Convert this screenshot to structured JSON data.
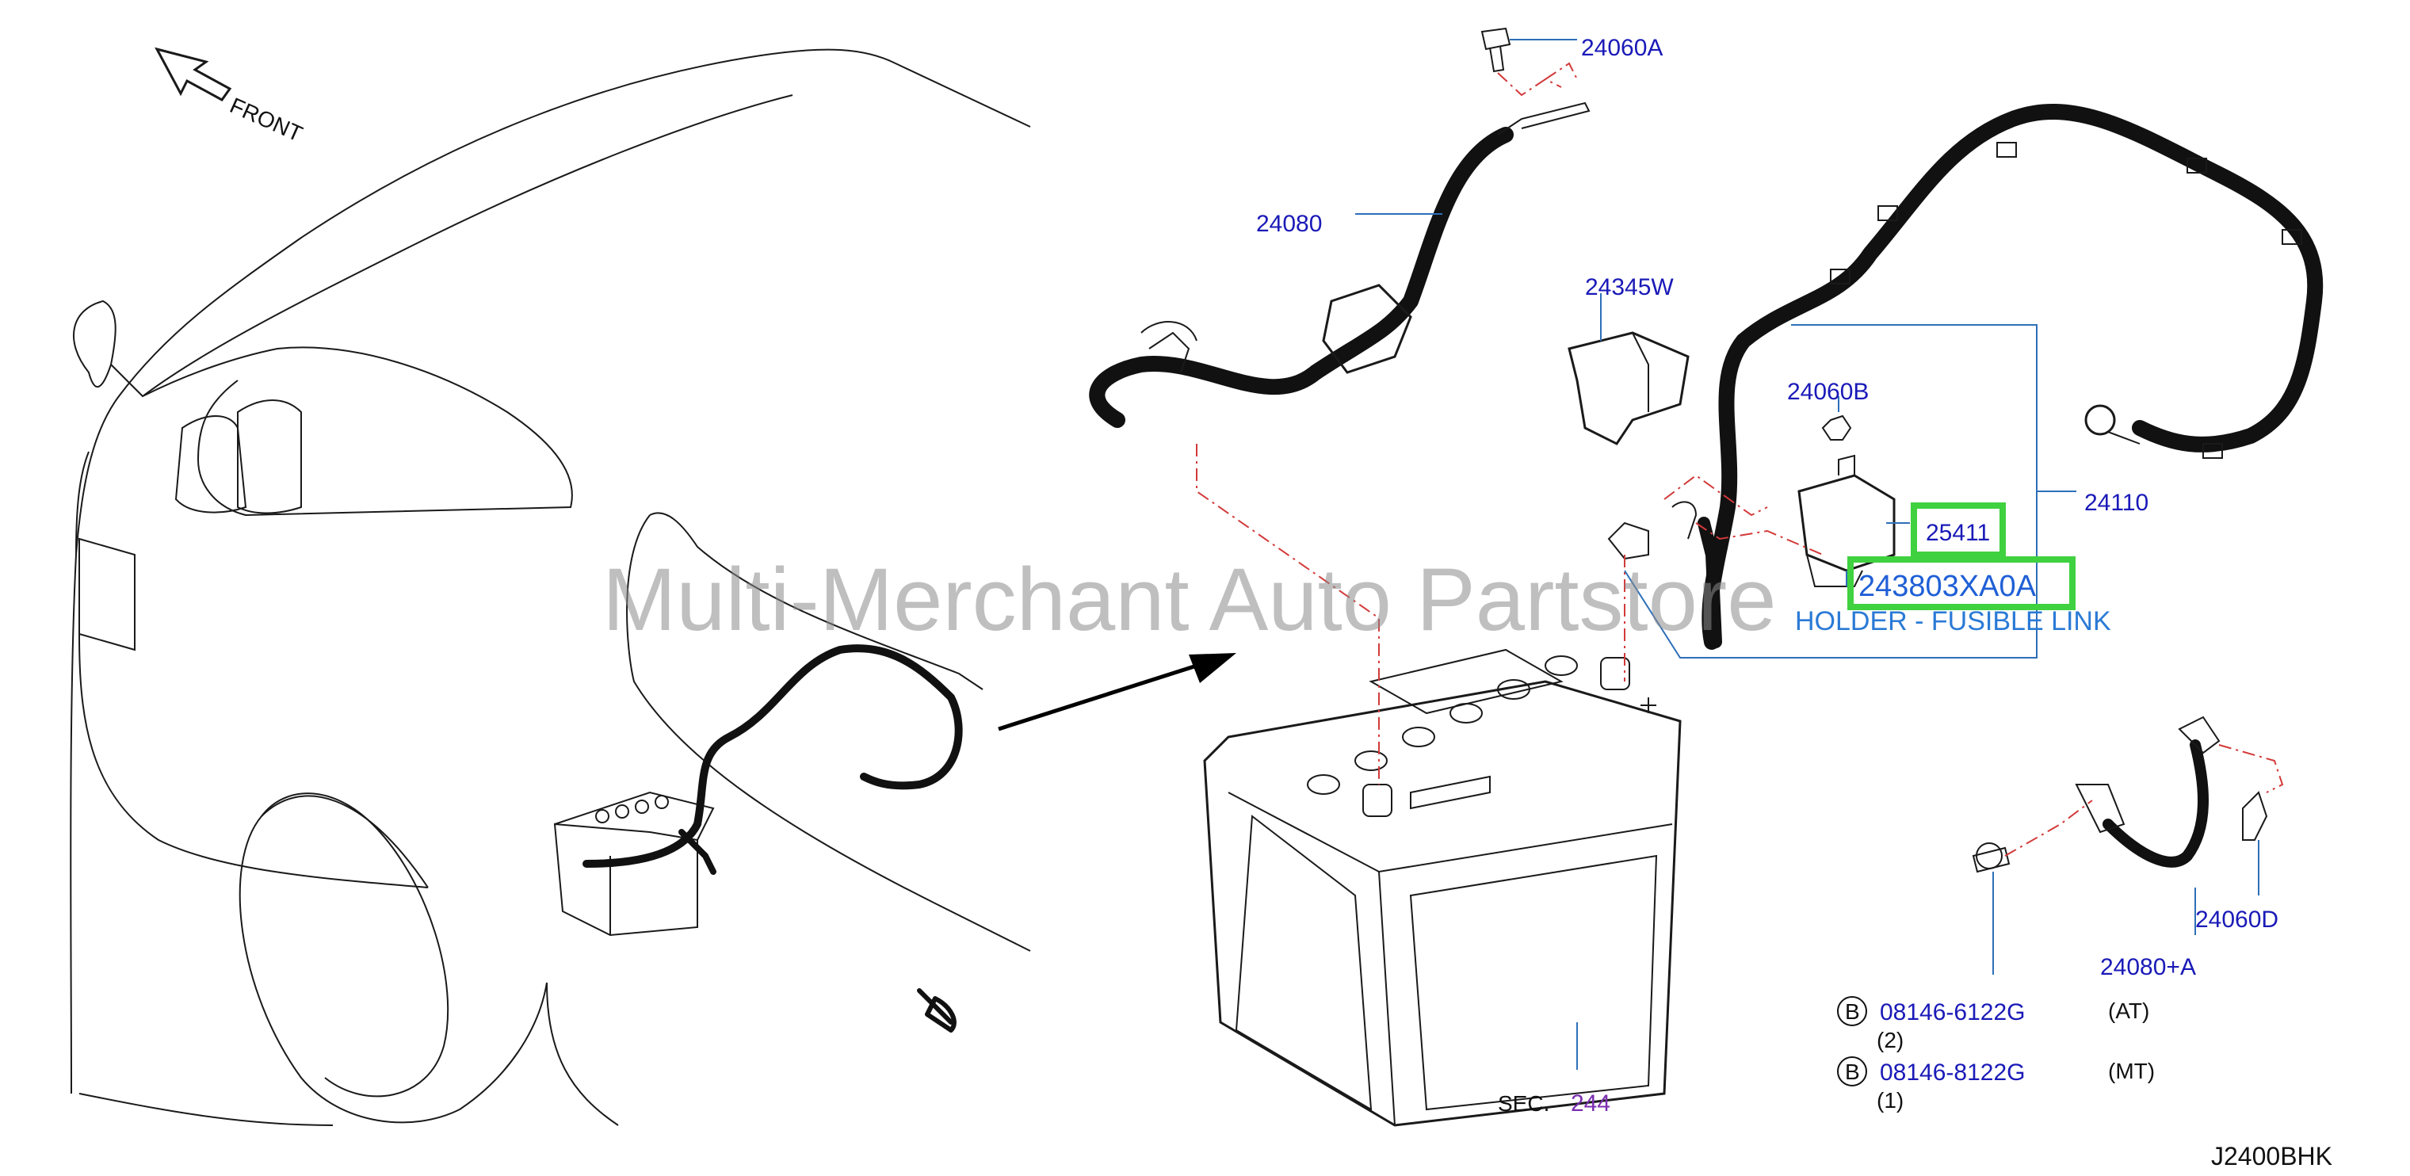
{
  "diagram": {
    "front_label": "FRONT",
    "watermark": "Multi-Merchant Auto Partstore",
    "diagram_code": "J2400BHK",
    "section": {
      "prefix": "SEC.",
      "number": "244"
    },
    "parts": [
      {
        "id": "p_24060A",
        "number": "24060A"
      },
      {
        "id": "p_24080",
        "number": "24080"
      },
      {
        "id": "p_24345W",
        "number": "24345W"
      },
      {
        "id": "p_24060B",
        "number": "24060B"
      },
      {
        "id": "p_24110",
        "number": "24110"
      },
      {
        "id": "p_25411",
        "number": "25411",
        "highlighted": true
      },
      {
        "id": "p_243803XA0A",
        "number": "243803XA0A",
        "highlighted": true,
        "description": "HOLDER - FUSIBLE LINK"
      },
      {
        "id": "p_24060D",
        "number": "24060D"
      },
      {
        "id": "p_24080A",
        "number": "24080+A"
      }
    ],
    "bolts": [
      {
        "marker": "B",
        "number": "08146-6122G",
        "qty": "(2)",
        "note": "(AT)"
      },
      {
        "marker": "B",
        "number": "08146-8122G",
        "qty": "(1)",
        "note": "(MT)"
      }
    ],
    "colors": {
      "part_label": "#1a1ab8",
      "description": "#2a7ad6",
      "section_link": "#7b2fb0",
      "highlight_box": "#3fd13f",
      "leader_line": "#2e6fb8",
      "dash_line": "#d23a3a"
    }
  }
}
